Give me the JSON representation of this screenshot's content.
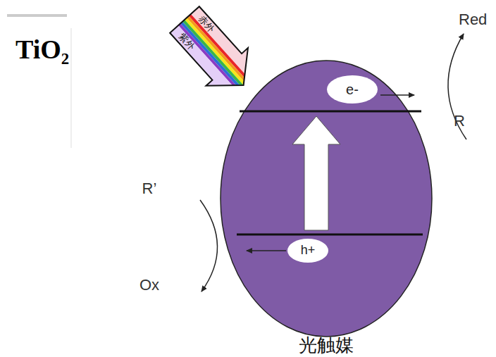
{
  "diagram": {
    "title": "TiO₂",
    "caption": "光触媒",
    "nodes": [
      {
        "text": [
          "e-"
        ]
      },
      {
        "text": [
          "h+"
        ]
      }
    ],
    "labels": [
      "赤外",
      "紫外",
      "Red",
      "R",
      "R’",
      "Ox"
    ]
  }
}
